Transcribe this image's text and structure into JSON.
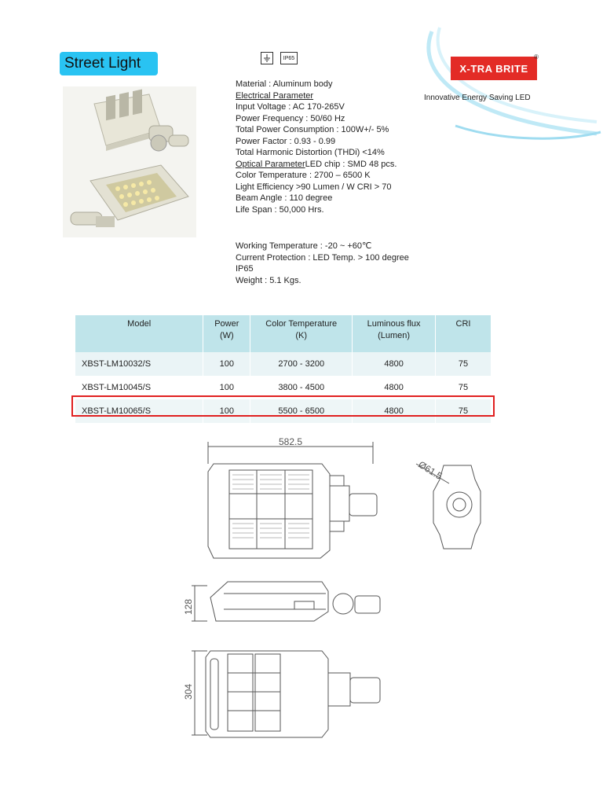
{
  "header": {
    "title": "Street Light",
    "ip_badge": "IP65"
  },
  "brand": {
    "name": "X-TRA BRITE",
    "registered": "®",
    "tagline": "Innovative Energy Saving LED",
    "color": "#e32b26",
    "accent": "#29c3f2"
  },
  "specs": {
    "material": "Material : Aluminum body",
    "electrical_heading": "Electrical Parameter",
    "input_voltage": "Input Voltage : AC 170-265V",
    "power_frequency": "Power Frequency : 50/60 Hz",
    "total_power": "Total Power Consumption : 100W+/- 5%",
    "power_factor": "Power Factor : 0.93 - 0.99",
    "thd": "Total Harmonic Distortion (THDi) <14%",
    "optical_heading": "Optical Parameter",
    "led_chip": "LED chip : SMD 48 pcs.",
    "color_temp": "Color Temperature : 2700 – 6500 K",
    "efficiency": "Light Efficiency >90 Lumen / W CRI > 70",
    "beam_angle": "Beam Angle : 110 degree",
    "life_span": "Life Span : 50,000 Hrs.",
    "working_temp": "Working Temperature : -20 ~ +60℃",
    "current_protection": "Current Protection : LED Temp. > 100 degree",
    "ip": "IP65",
    "weight": "Weight : 5.1 Kgs."
  },
  "table": {
    "headers": {
      "model": "Model",
      "power_1": "Power",
      "power_2": "(W)",
      "ct_1": "Color Temperature",
      "ct_2": "(K)",
      "flux_1": "Luminous flux",
      "flux_2": "(Lumen)",
      "cri": "CRI"
    },
    "rows": [
      {
        "model": "XBST-LM10032/S",
        "power": "100",
        "ct": "2700 - 3200",
        "flux": "4800",
        "cri": "75"
      },
      {
        "model": "XBST-LM10045/S",
        "power": "100",
        "ct": "3800 - 4500",
        "flux": "4800",
        "cri": "75"
      },
      {
        "model": "XBST-LM10065/S",
        "power": "100",
        "ct": "5500 - 6500",
        "flux": "4800",
        "cri": "75"
      }
    ]
  },
  "drawings": {
    "length": "582.5",
    "diameter": "Ø61.5",
    "height": "128",
    "width": "304"
  }
}
